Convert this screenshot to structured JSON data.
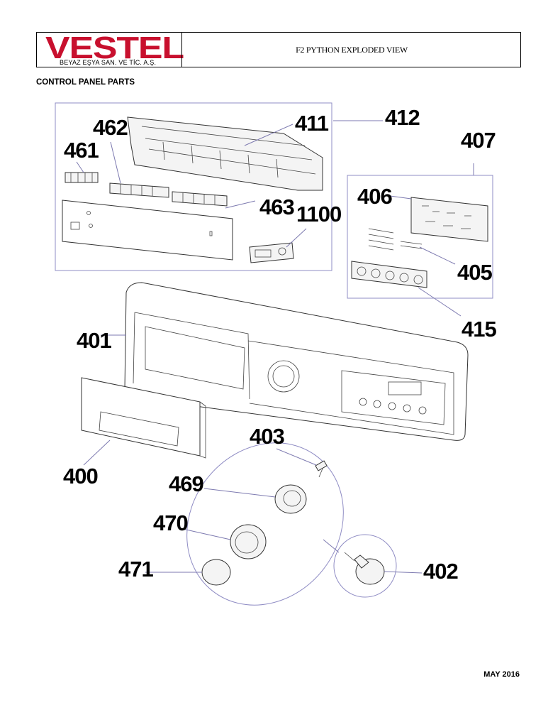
{
  "header": {
    "brand": "VESTEL",
    "brand_color": "#c8102e",
    "company": "BEYAZ EŞYA SAN. VE TİC. A.Ş.",
    "title": "F2 PYTHON EXPLODED VIEW"
  },
  "section_title": "CONTROL PANEL PARTS",
  "footer_date": "MAY 2016",
  "part_numbers": {
    "p412": "412",
    "p411": "411",
    "p462": "462",
    "p461": "461",
    "p463": "463",
    "p1100": "1100",
    "p407": "407",
    "p406": "406",
    "p405": "405",
    "p415": "415",
    "p401": "401",
    "p400": "400",
    "p403": "403",
    "p469": "469",
    "p470": "470",
    "p471": "471",
    "p402": "402"
  }
}
